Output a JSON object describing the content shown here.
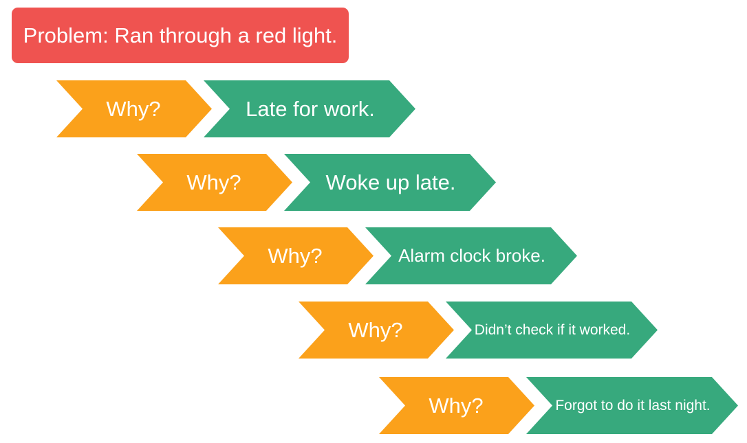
{
  "problem": {
    "label": "Problem: Ran through a red light.",
    "color": "#ef5350"
  },
  "colors": {
    "why": "#fba11b",
    "answer": "#37a97d",
    "text": "#ffffff"
  },
  "steps": [
    {
      "why": "Why?",
      "answer": "Late for work."
    },
    {
      "why": "Why?",
      "answer": "Woke up late."
    },
    {
      "why": "Why?",
      "answer": "Alarm clock broke."
    },
    {
      "why": "Why?",
      "answer": "Didn’t check if it worked."
    },
    {
      "why": "Why?",
      "answer": "Forgot to do it last night."
    }
  ]
}
